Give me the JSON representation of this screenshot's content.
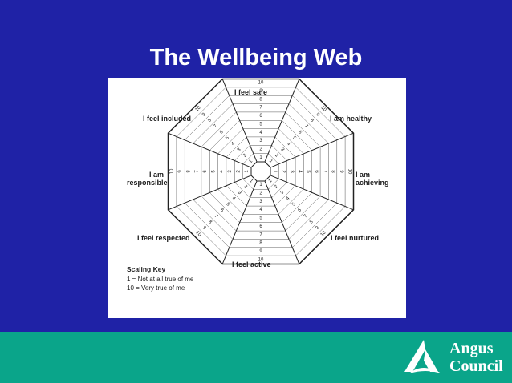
{
  "slide": {
    "title": "The Wellbeing Web"
  },
  "web": {
    "scale_max": 10,
    "segments": [
      {
        "label_lines": [
          "I feel safe"
        ]
      },
      {
        "label_lines": [
          "I am healthy"
        ]
      },
      {
        "label_lines": [
          "I am",
          "achieving"
        ]
      },
      {
        "label_lines": [
          "I feel nurtured"
        ]
      },
      {
        "label_lines": [
          "I feel active"
        ]
      },
      {
        "label_lines": [
          "I feel respected"
        ]
      },
      {
        "label_lines": [
          "I am",
          "responsible"
        ]
      },
      {
        "label_lines": [
          "I feel included"
        ]
      }
    ]
  },
  "scaling_key": {
    "title": "Scaling Key",
    "lines": [
      "1 = Not at all true of me",
      "10 = Very true of me"
    ]
  },
  "logo": {
    "line1": "Angus",
    "line2": "Council"
  }
}
